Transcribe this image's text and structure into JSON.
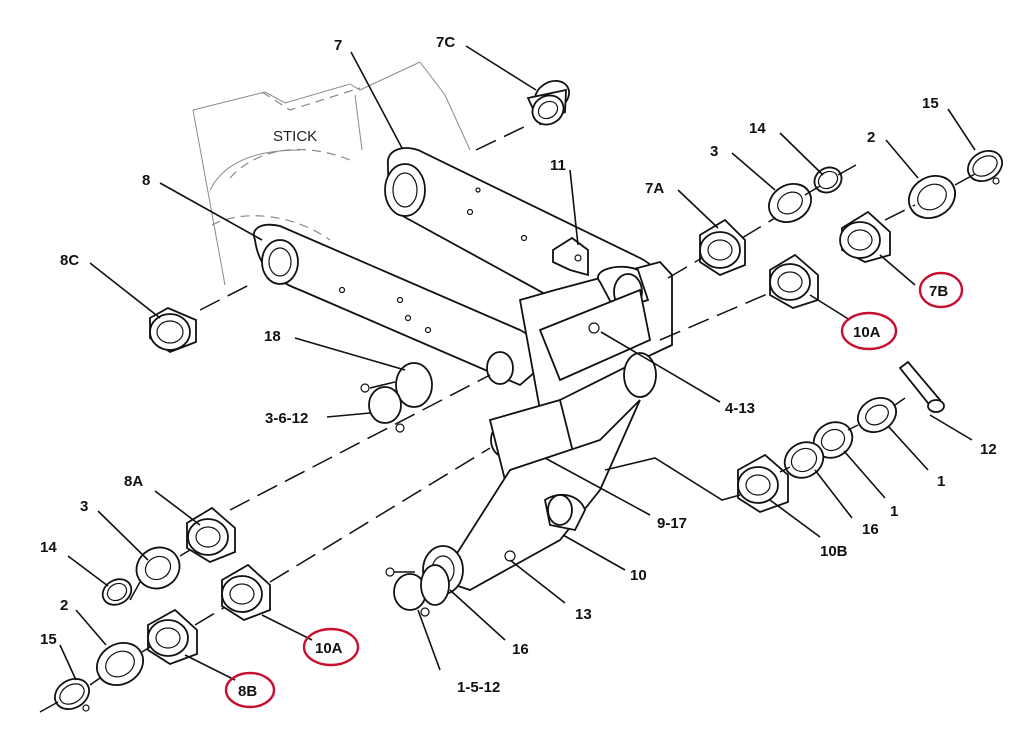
{
  "diagram": {
    "stick_label": "STICK",
    "labels": [
      {
        "id": "l-7",
        "text": "7"
      },
      {
        "id": "l-7c",
        "text": "7C"
      },
      {
        "id": "l-14-top",
        "text": "14"
      },
      {
        "id": "l-15-top",
        "text": "15"
      },
      {
        "id": "l-3-top",
        "text": "3"
      },
      {
        "id": "l-2-top",
        "text": "2"
      },
      {
        "id": "l-7a",
        "text": "7A"
      },
      {
        "id": "l-11",
        "text": "11"
      },
      {
        "id": "l-8",
        "text": "8"
      },
      {
        "id": "l-8c",
        "text": "8C"
      },
      {
        "id": "l-7b",
        "text": "7B"
      },
      {
        "id": "l-10a-top",
        "text": "10A"
      },
      {
        "id": "l-18",
        "text": "18"
      },
      {
        "id": "l-4-13",
        "text": "4-13"
      },
      {
        "id": "l-3-6-12",
        "text": "3-6-12"
      },
      {
        "id": "l-12",
        "text": "12"
      },
      {
        "id": "l-1-a",
        "text": "1"
      },
      {
        "id": "l-1-b",
        "text": "1"
      },
      {
        "id": "l-16-right",
        "text": "16"
      },
      {
        "id": "l-8a",
        "text": "8A"
      },
      {
        "id": "l-9-17",
        "text": "9-17"
      },
      {
        "id": "l-10b",
        "text": "10B"
      },
      {
        "id": "l-3-left",
        "text": "3"
      },
      {
        "id": "l-14-left",
        "text": "14"
      },
      {
        "id": "l-10",
        "text": "10"
      },
      {
        "id": "l-2-left",
        "text": "2"
      },
      {
        "id": "l-13",
        "text": "13"
      },
      {
        "id": "l-10a-bottom",
        "text": "10A"
      },
      {
        "id": "l-15-left",
        "text": "15"
      },
      {
        "id": "l-16-bottom",
        "text": "16"
      },
      {
        "id": "l-8b",
        "text": "8B"
      },
      {
        "id": "l-1-5-12",
        "text": "1-5-12"
      }
    ],
    "highlight_color": "#c8102e"
  }
}
